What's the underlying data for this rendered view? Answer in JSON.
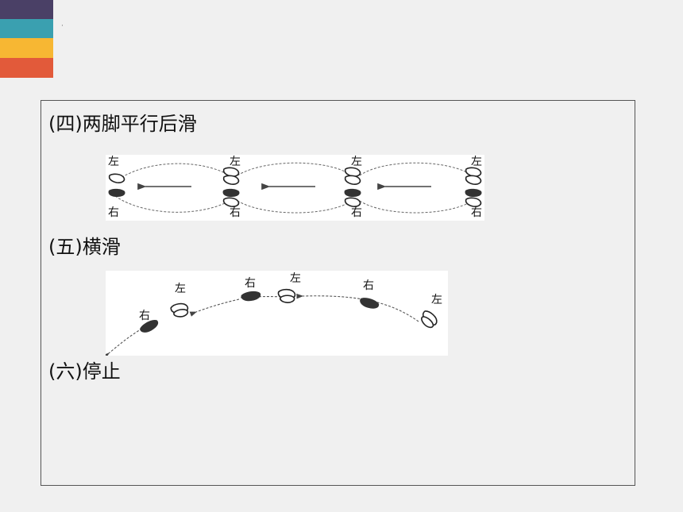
{
  "section4": {
    "title": "(四)两脚平行后滑",
    "labels": {
      "left": "左",
      "right": "右"
    }
  },
  "section5": {
    "title": "(五)横滑",
    "labels": {
      "left": "左",
      "right": "右"
    }
  },
  "section6": {
    "title": "(六)停止"
  }
}
